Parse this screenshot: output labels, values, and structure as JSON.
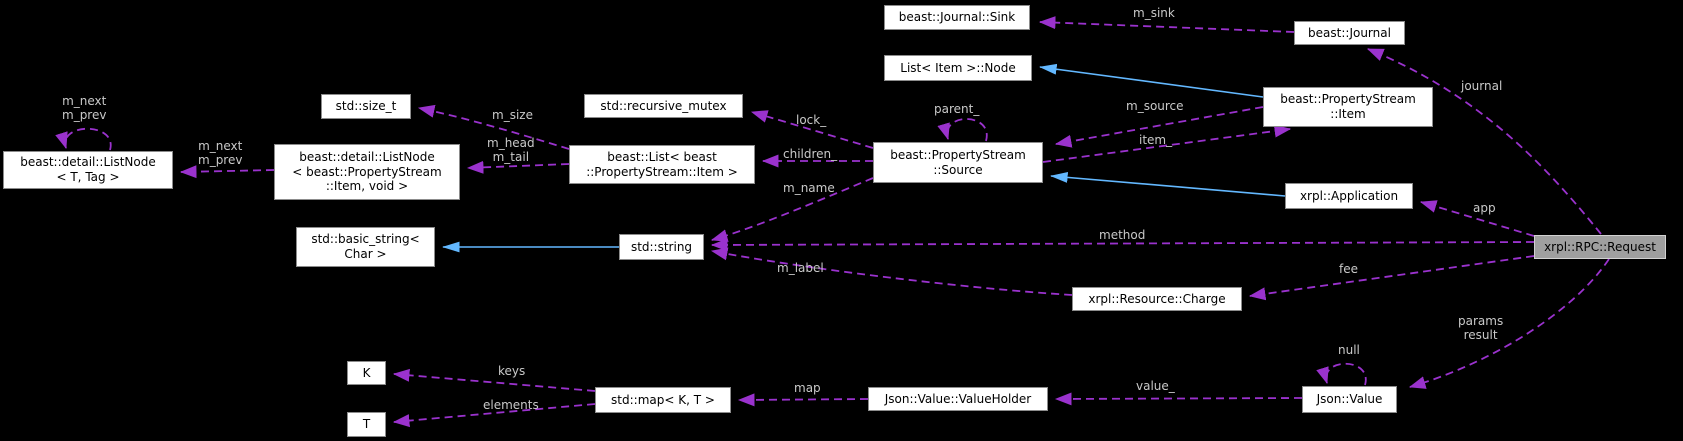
{
  "diagram_type": "doxygen-collaboration-graph",
  "colors": {
    "background": "#000000",
    "usage_edge": "#9a32cd",
    "inheritance_edge": "#63b8ff",
    "node_fill": "#ffffff",
    "node_border": "#8c8c8c",
    "current_node_fill": "#9f9f9f",
    "edge_label_color": "#c9c9c9"
  },
  "nodes": {
    "journal_sink": {
      "label": "beast::Journal::Sink"
    },
    "list_item_node": {
      "label": "List< Item >::Node"
    },
    "journal": {
      "label": "beast::Journal"
    },
    "property_stream_item": {
      "label": "beast::PropertyStream\n::Item"
    },
    "size_t": {
      "label": "std::size_t"
    },
    "recursive_mutex": {
      "label": "std::recursive_mutex"
    },
    "source": {
      "label": "beast::PropertyStream\n::Source"
    },
    "listnode_t_tag": {
      "label": "beast::detail::ListNode\n< T, Tag >"
    },
    "listnode_item_void": {
      "label": "beast::detail::ListNode\n< beast::PropertyStream\n::Item, void >"
    },
    "beast_list": {
      "label": "beast::List< beast\n::PropertyStream::Item >"
    },
    "application": {
      "label": "xrpl::Application"
    },
    "basic_string": {
      "label": "std::basic_string<\nChar >"
    },
    "string": {
      "label": "std::string"
    },
    "request": {
      "label": "xrpl::RPC::Request"
    },
    "charge": {
      "label": "xrpl::Resource::Charge"
    },
    "k": {
      "label": "K"
    },
    "t": {
      "label": "T"
    },
    "map": {
      "label": "std::map< K, T >"
    },
    "value_holder": {
      "label": "Json::Value::ValueHolder"
    },
    "json_value": {
      "label": "Json::Value"
    }
  },
  "edges": [
    {
      "from": "journal",
      "to": "journal_sink",
      "type": "usage",
      "label": "m_sink"
    },
    {
      "from": "request",
      "to": "journal",
      "type": "usage",
      "label": "journal"
    },
    {
      "from": "property_stream_item",
      "to": "source",
      "type": "usage",
      "label": "m_source"
    },
    {
      "from": "source",
      "to": "property_stream_item",
      "type": "usage",
      "label": "item_"
    },
    {
      "from": "source",
      "to": "source",
      "type": "usage",
      "label": "parent_"
    },
    {
      "from": "source",
      "to": "recursive_mutex",
      "type": "usage",
      "label": "lock_"
    },
    {
      "from": "source",
      "to": "beast_list",
      "type": "usage",
      "label": "children_"
    },
    {
      "from": "source",
      "to": "string",
      "type": "usage",
      "label": "m_name"
    },
    {
      "from": "request",
      "to": "string",
      "type": "usage",
      "label": "method"
    },
    {
      "from": "charge",
      "to": "string",
      "type": "usage",
      "label": "m_label"
    },
    {
      "from": "request",
      "to": "charge",
      "type": "usage",
      "label": "fee"
    },
    {
      "from": "request",
      "to": "application",
      "type": "usage",
      "label": "app"
    },
    {
      "from": "request",
      "to": "json_value",
      "type": "usage",
      "label": "params\nresult"
    },
    {
      "from": "json_value",
      "to": "json_value",
      "type": "usage",
      "label": "null"
    },
    {
      "from": "json_value",
      "to": "value_holder",
      "type": "usage",
      "label": "value_"
    },
    {
      "from": "value_holder",
      "to": "map",
      "type": "usage",
      "label": "map"
    },
    {
      "from": "map",
      "to": "k",
      "type": "usage",
      "label": "keys"
    },
    {
      "from": "map",
      "to": "t",
      "type": "usage",
      "label": "elements"
    },
    {
      "from": "beast_list",
      "to": "size_t",
      "type": "usage",
      "label": "m_size"
    },
    {
      "from": "beast_list",
      "to": "listnode_item_void",
      "type": "usage",
      "label": "m_head\nm_tail"
    },
    {
      "from": "listnode_item_void",
      "to": "listnode_t_tag",
      "type": "usage",
      "label": "m_next\nm_prev"
    },
    {
      "from": "listnode_t_tag",
      "to": "listnode_t_tag",
      "type": "usage",
      "label": "m_next\nm_prev"
    },
    {
      "from": "property_stream_item",
      "to": "list_item_node",
      "type": "inheritance",
      "label": ""
    },
    {
      "from": "application",
      "to": "source",
      "type": "inheritance",
      "label": ""
    },
    {
      "from": "string",
      "to": "basic_string",
      "type": "inheritance",
      "label": ""
    }
  ]
}
